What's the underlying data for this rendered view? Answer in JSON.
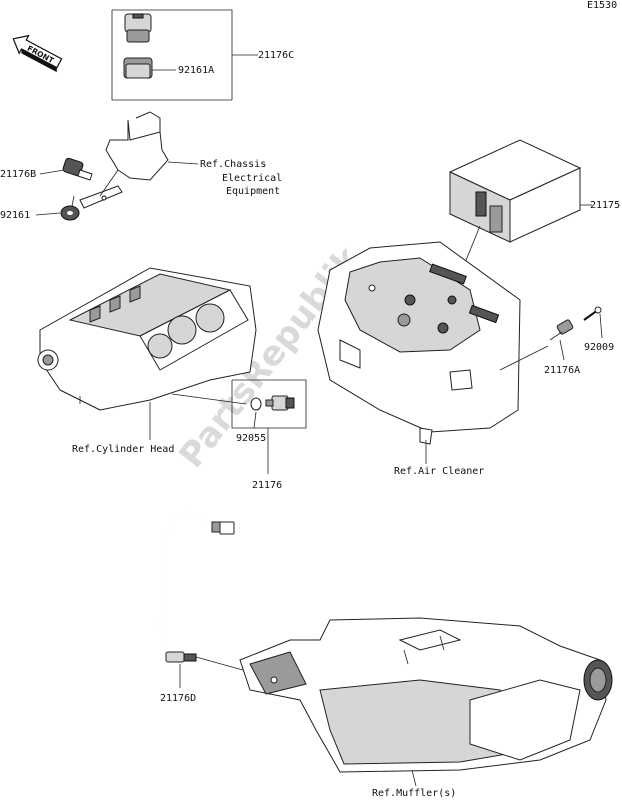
{
  "diagram_code": "E1530",
  "front_arrow_text": "FRONT",
  "watermark": "PartsRepublik",
  "labels": {
    "p21176C": "21176C",
    "p92161A": "92161A",
    "p21176B": "21176B",
    "p92161": "92161",
    "ref_chassis_1": "Ref.Chassis",
    "ref_chassis_2": "Electrical",
    "ref_chassis_3": "Equipment",
    "p21175": "21175",
    "p92009": "92009",
    "p21176A": "21176A",
    "ref_cyl": "Ref.Cylinder Head",
    "p92055": "92055",
    "p21176": "21176",
    "ref_air": "Ref.Air Cleaner",
    "p21176D": "21176D",
    "ref_muffler": "Ref.Muffler(s)"
  }
}
